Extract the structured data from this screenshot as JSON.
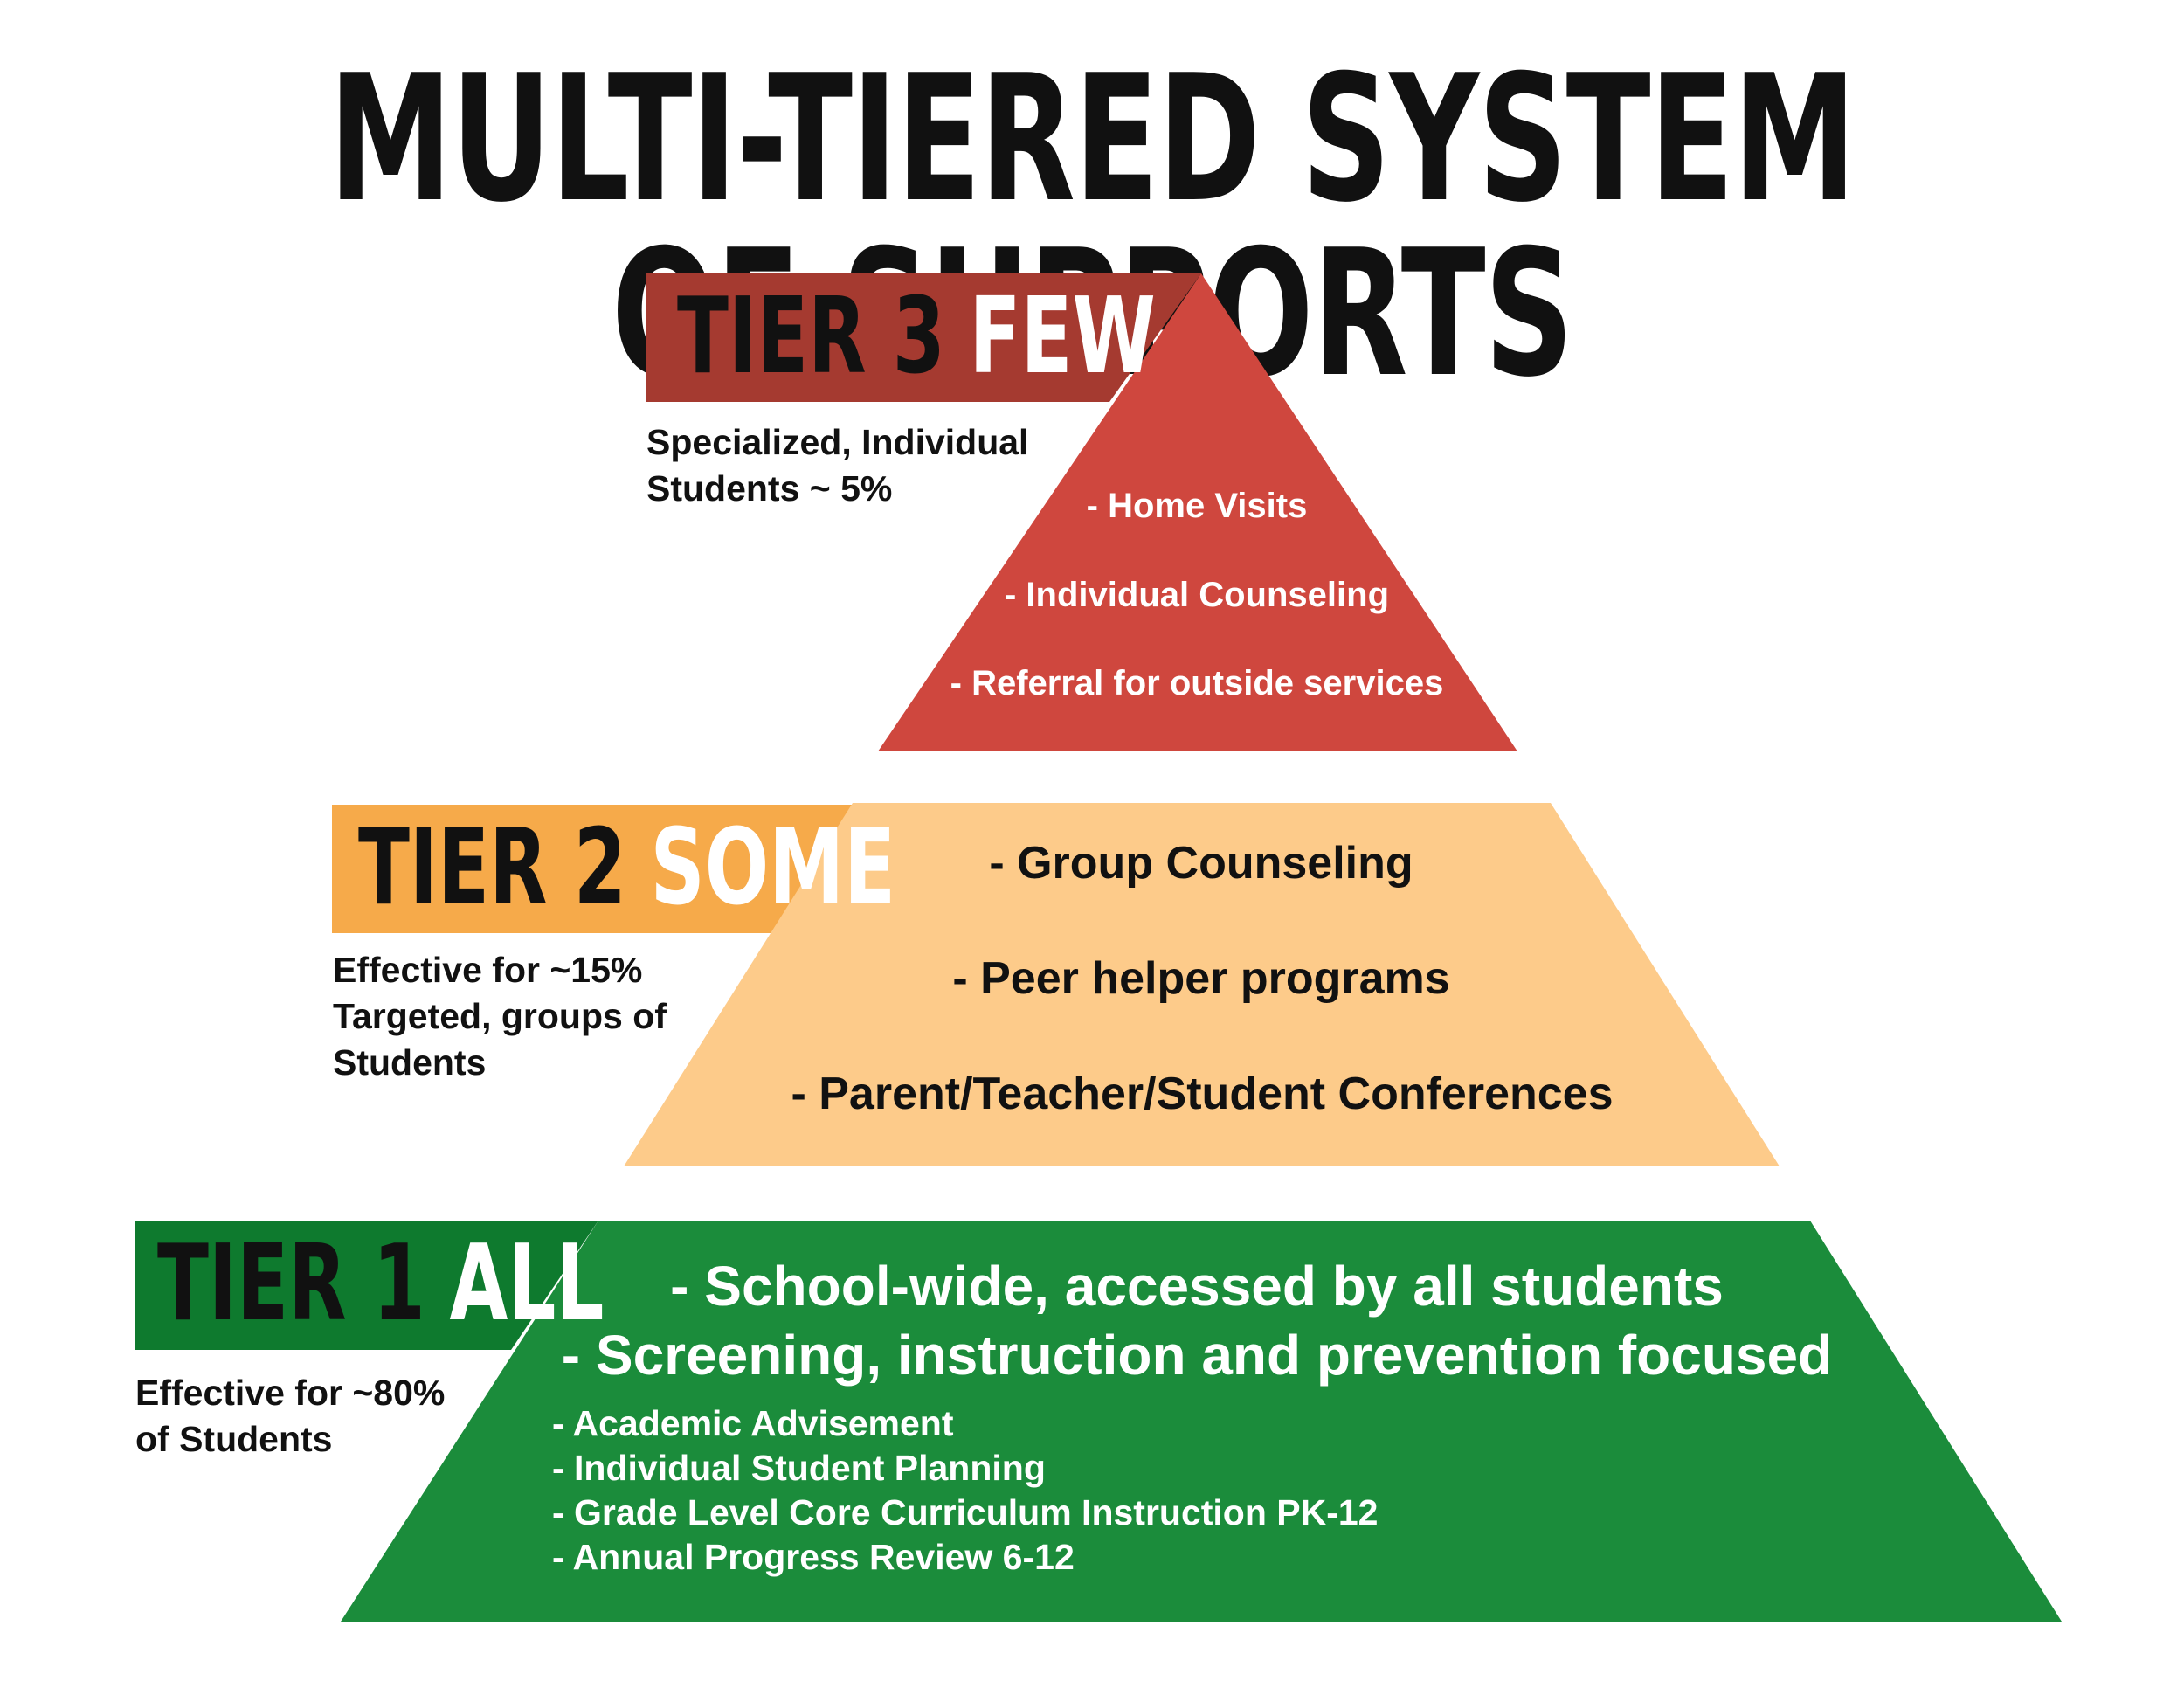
{
  "title": "MULTI-TIERED SYSTEM OF SUPPORTS",
  "colors": {
    "tier3_label": "#A53A30",
    "tier3_triangle": "#CF473E",
    "tier2_label": "#F6AA4A",
    "tier2_shape": "#FDCB8A",
    "tier1_label": "#0E7A2E",
    "tier1_shape": "#1B8C3B"
  },
  "tiers": {
    "tier3": {
      "label": "TIER 3",
      "quantifier": "FEW",
      "description": [
        "Specialized, Individual",
        "Students ~ 5%"
      ],
      "items": [
        "- Home Visits",
        "- Individual Counseling",
        "- Referral for outside services"
      ]
    },
    "tier2": {
      "label": "TIER 2",
      "quantifier": "SOME",
      "description": [
        "Effective for ~15%",
        "Targeted, groups of",
        "Students"
      ],
      "items": [
        "- Group Counseling",
        "- Peer helper programs",
        "- Parent/Teacher/Student Conferences"
      ]
    },
    "tier1": {
      "label": "TIER 1",
      "quantifier": "ALL",
      "description": [
        "Effective for ~80%",
        "of Students"
      ],
      "main_items": [
        "- School-wide, accessed by all students",
        "- Screening, instruction and prevention focused"
      ],
      "items": [
        "- Academic Advisement",
        "- Individual Student Planning",
        "- Grade Level Core Curriculum Instruction PK-12",
        "- Annual Progress Review 6-12"
      ]
    }
  }
}
